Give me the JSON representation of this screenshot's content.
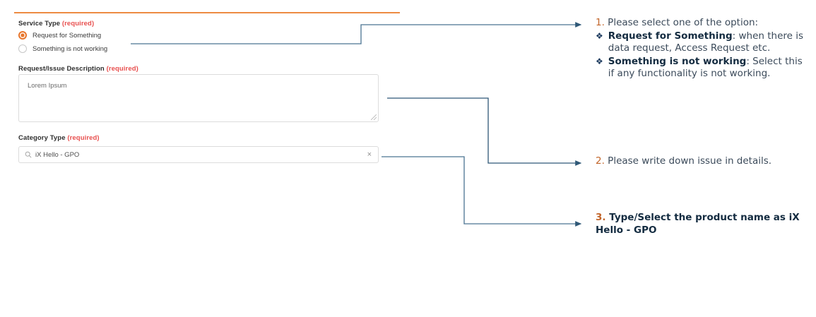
{
  "form": {
    "service_type": {
      "label": "Service Type",
      "required_text": "(required)",
      "options": [
        {
          "label": "Request for Something",
          "selected": true
        },
        {
          "label": "Something is not working",
          "selected": false
        }
      ]
    },
    "description": {
      "label": "Request/Issue Description",
      "required_text": "(required)",
      "value": "Lorem Ipsum"
    },
    "category": {
      "label": "Category Type",
      "required_text": "(required)",
      "value": "iX Hello - GPO",
      "search_icon": "search-icon",
      "clear_icon": "×"
    }
  },
  "annotations": {
    "one": {
      "number": "1.",
      "heading": " Please select one of the option:",
      "bullet_glyph": "❖",
      "items": [
        {
          "bold": "Request for Something",
          "rest": ": when there is data request, Access Request etc."
        },
        {
          "bold": "Something is not working",
          "rest": ": Select this if any functionality is not working."
        }
      ]
    },
    "two": {
      "number": "2.",
      "text": " Please write down issue in details."
    },
    "three": {
      "number": "3.",
      "text": " Type/Select the product name as iX Hello - GPO"
    }
  },
  "colors": {
    "accent_orange": "#ED8B42",
    "radio_orange": "#E8762C",
    "required_red": "#e8504f",
    "connector_blue": "#2f5877",
    "annotation_navy": "#132b40"
  }
}
